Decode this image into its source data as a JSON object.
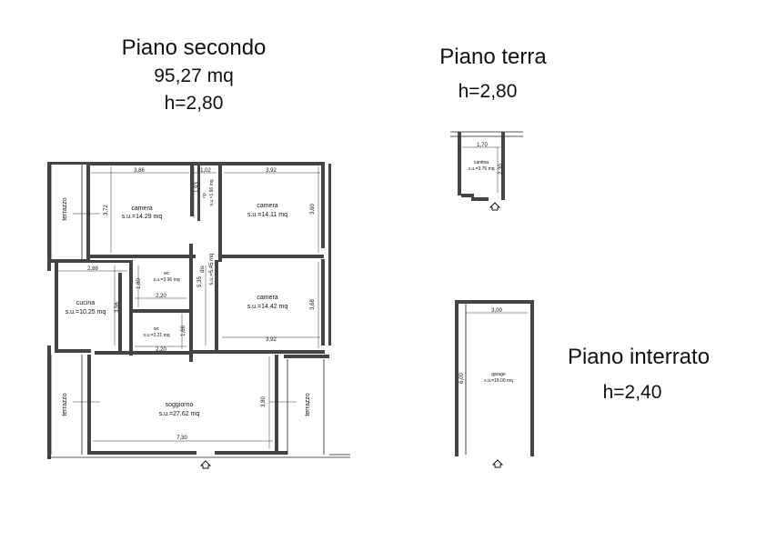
{
  "headings": {
    "second": {
      "title": "Piano secondo",
      "area": "95,27 mq",
      "height": "h=2,80"
    },
    "ground": {
      "title": "Piano terra",
      "height": "h=2,80"
    },
    "basement": {
      "title": "Piano interrato",
      "height": "h=2,40"
    }
  },
  "rooms": {
    "terrazzo_top": "terrazzo",
    "terrazzo_bl": "terrazzo",
    "terrazzo_br": "terrazzo",
    "camera1": {
      "name": "camera",
      "area": "s.u.=14.29 mq"
    },
    "rip": {
      "name": "rip",
      "area": "s.u.=1.96 mq"
    },
    "camera2": {
      "name": "camera",
      "area": "s.u.=14.11 mq"
    },
    "wc1": {
      "name": "wc",
      "area": "s.u.=3.96 mq"
    },
    "dis": {
      "name": "dis",
      "area": "s.u.=5.45 mq"
    },
    "cucina": {
      "name": "cucina",
      "area": "s.u.=10.25 mq"
    },
    "camera3": {
      "name": "camera",
      "area": "s.u.=14.42 mq"
    },
    "wc2": {
      "name": "wc",
      "area": "s.u.=3.21 mq"
    },
    "soggiorno": {
      "name": "soggiorno",
      "area": "s.u.=27.62 mq"
    },
    "cantina": {
      "name": "cantina",
      "area": "s.u.=3.76 mq"
    },
    "garage": {
      "name": "garage",
      "area": "s.u.=18.00 mq"
    }
  },
  "dims": {
    "d386": "3,86",
    "d102": "1,02",
    "d392a": "3,92",
    "d372": "3,72",
    "d193": "1,93",
    "d360": "3,60",
    "d288": "2,88",
    "d180": "1,80",
    "d220a": "2,20",
    "d535": "5,35",
    "d356": "3,56",
    "d368": "3,68",
    "d166": "1,66",
    "d220b": "2,20",
    "d392b": "3,92",
    "d380": "3,80",
    "d730": "7,30",
    "d170": "1,70",
    "d230": "2,30",
    "d300": "3,00",
    "d600": "6,00"
  }
}
